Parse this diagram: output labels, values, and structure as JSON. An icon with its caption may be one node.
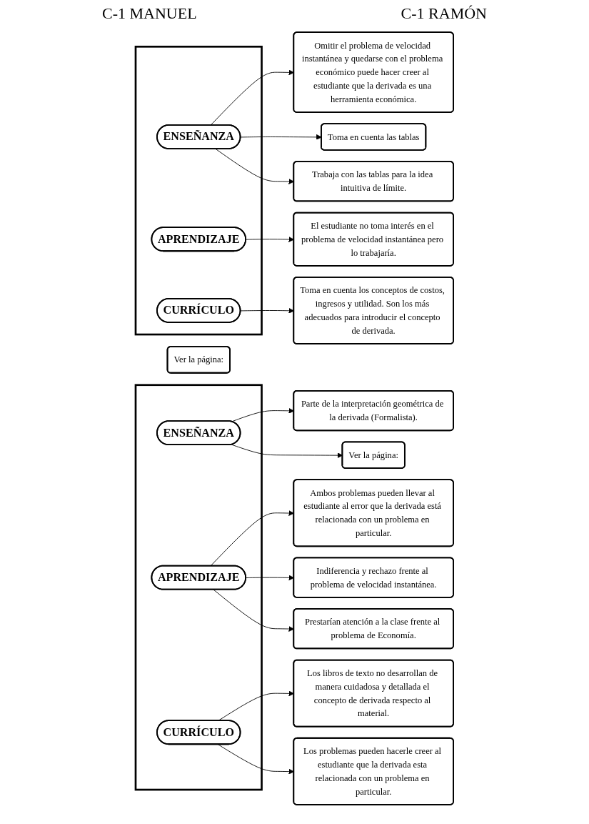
{
  "diagram": {
    "nodes": [
      {
        "text": [],
        "shape": "cylinder"
      },
      {
        "text": [
          "ENSEÑANZA"
        ],
        "in": 0
      },
      {
        "text": [
          "APRENDIZAJE"
        ],
        "in": 0
      },
      {
        "text": [
          "CURRÍCULO"
        ],
        "in": 0
      },
      {
        "text": [
          "Omitir el problema de velocidad instantánea y quedarse con el problema económico puede hacer creer al estudiante que la derivada es una herramienta económica."
        ]
      },
      {
        "text": [
          "Toma en cuenta las tablas"
        ]
      },
      {
        "text": [
          "Trabaja con las tablas para la idea intuitiva de límite."
        ]
      },
      {
        "text": [
          "Ver la página:"
        ]
      },
      {
        "text": [
          "El estudiante no toma interés en el problema de velocidad instantánea pero lo trabajaría."
        ]
      },
      {
        "text": [
          "Toma en cuenta los conceptos de costos, ingresos y utilidad. Son los más adecuados para introducir el concepto de derivada."
        ]
      },
      {
        "text": [],
        "shape": "cylinder"
      },
      {
        "text": [
          "ENSEÑANZA"
        ],
        "in": 10
      },
      {
        "text": [
          "APRENDIZAJE"
        ],
        "in": 10
      },
      {
        "text": [
          "CURRÍCULO"
        ],
        "in": 10
      },
      {
        "text": [
          "Parte de la interpretación geométrica de la derivada (Formalista)."
        ]
      },
      {
        "text": [
          "Ver la página:"
        ]
      },
      {
        "text": [
          "Ambos problemas pueden llevar al estudiante al error que la derivada está relacionada con un problema en particular."
        ]
      },
      {
        "text": [
          "Indiferencia y rechazo frente al problema de velocidad instantánea."
        ]
      },
      {
        "text": [
          "Prestarían atención a la clase frente al problema de Economía."
        ]
      },
      {
        "text": [
          "Los libros de texto no desarrollan de manera cuidadosa y detallada el concepto de derivada respecto al material."
        ]
      },
      {
        "text": [
          "Los problemas pueden hacerle creer al estudiante que la derivada esta relacionada con un problema en particular."
        ]
      }
    ],
    "edges": [
      {
        "from": 1,
        "to": 4,
        "arrow": "to"
      },
      {
        "from": 1,
        "to": 5,
        "arrow": "to"
      },
      {
        "from": 1,
        "to": 6,
        "arrow": "to"
      },
      {
        "from": 2,
        "to": 8,
        "arrow": "to"
      },
      {
        "from": 3,
        "to": 9,
        "arrow": "to"
      },
      {
        "from": 11,
        "to": 14,
        "arrow": "to"
      },
      {
        "from": 11,
        "to": 15,
        "arrow": "to"
      },
      {
        "from": 12,
        "to": 16,
        "arrow": "to"
      },
      {
        "from": 12,
        "to": 17,
        "arrow": "to"
      },
      {
        "from": 12,
        "to": 18,
        "arrow": "to"
      },
      {
        "from": 13,
        "to": 19,
        "arrow": "to"
      },
      {
        "from": 13,
        "to": 20,
        "arrow": "to"
      }
    ],
    "labels": [
      "C-1 MANUEL",
      "C-1 RAMÓN"
    ]
  }
}
